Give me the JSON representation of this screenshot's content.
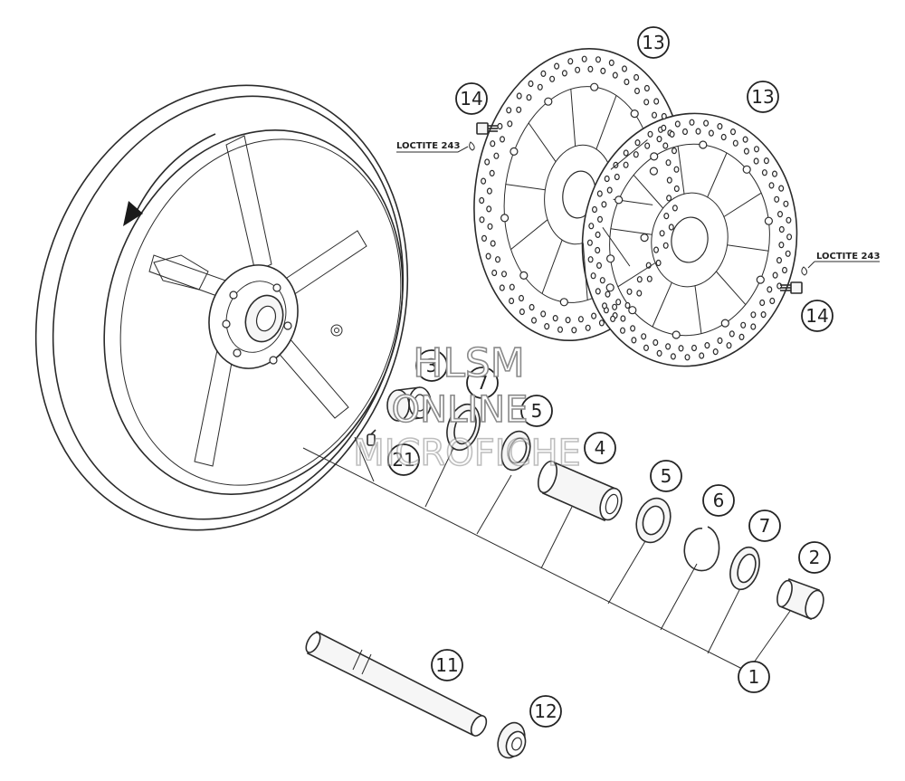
{
  "diagram": {
    "callouts": {
      "c1": "1",
      "c2": "2",
      "c3": "3",
      "c4": "4",
      "c5a": "5",
      "c5b": "5",
      "c6": "6",
      "c7a": "7",
      "c7b": "7",
      "c11": "11",
      "c12": "12",
      "c13a": "13",
      "c13b": "13",
      "c14a": "14",
      "c14b": "14",
      "c21": "21"
    },
    "notes": {
      "loctite_left": "LOCTITE 243",
      "loctite_right": "LOCTITE 243"
    },
    "watermark": {
      "line1": "HLSM",
      "line2": "ONLINE",
      "line3": "MICROFICHE"
    },
    "colors": {
      "ink": "#2b2b2b",
      "background": "#ffffff",
      "watermark": "#8a8a8a"
    }
  }
}
